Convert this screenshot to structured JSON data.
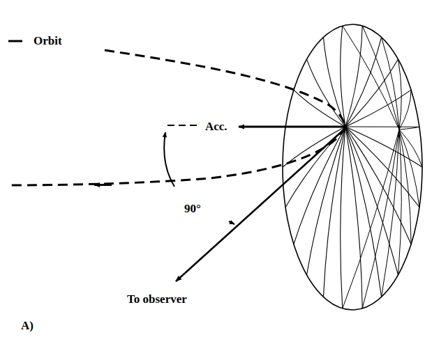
{
  "diagram": {
    "labels": [
      "Acc.",
      "90°",
      "To observer",
      "A)"
    ],
    "legend": [
      {
        "text": "Orbit"
      }
    ]
  }
}
